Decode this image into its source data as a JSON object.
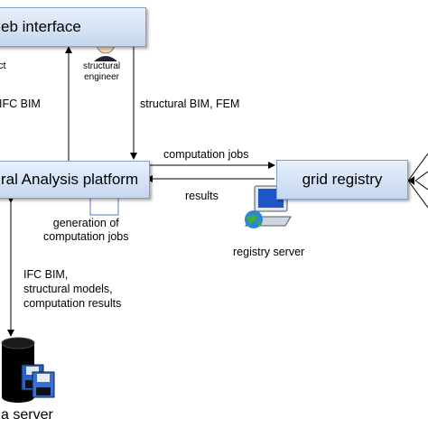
{
  "nodes": {
    "web_interface": "eb interface",
    "analysis_platform": "ral Analysis platform",
    "grid_registry": "grid registry"
  },
  "actors": {
    "structural_engineer": "structural\nengineer",
    "registry_server": "registry server",
    "data_server": "a server"
  },
  "edges": {
    "left_cut": "ct",
    "ifc_bim": "IFC BIM",
    "structural_bim_fem": "structural BIM, FEM",
    "computation_jobs": "computation jobs",
    "results": "results",
    "generation_of_jobs": "generation of\ncomputation jobs",
    "storage": "IFC BIM,\nstructural models,\ncomputation results"
  }
}
